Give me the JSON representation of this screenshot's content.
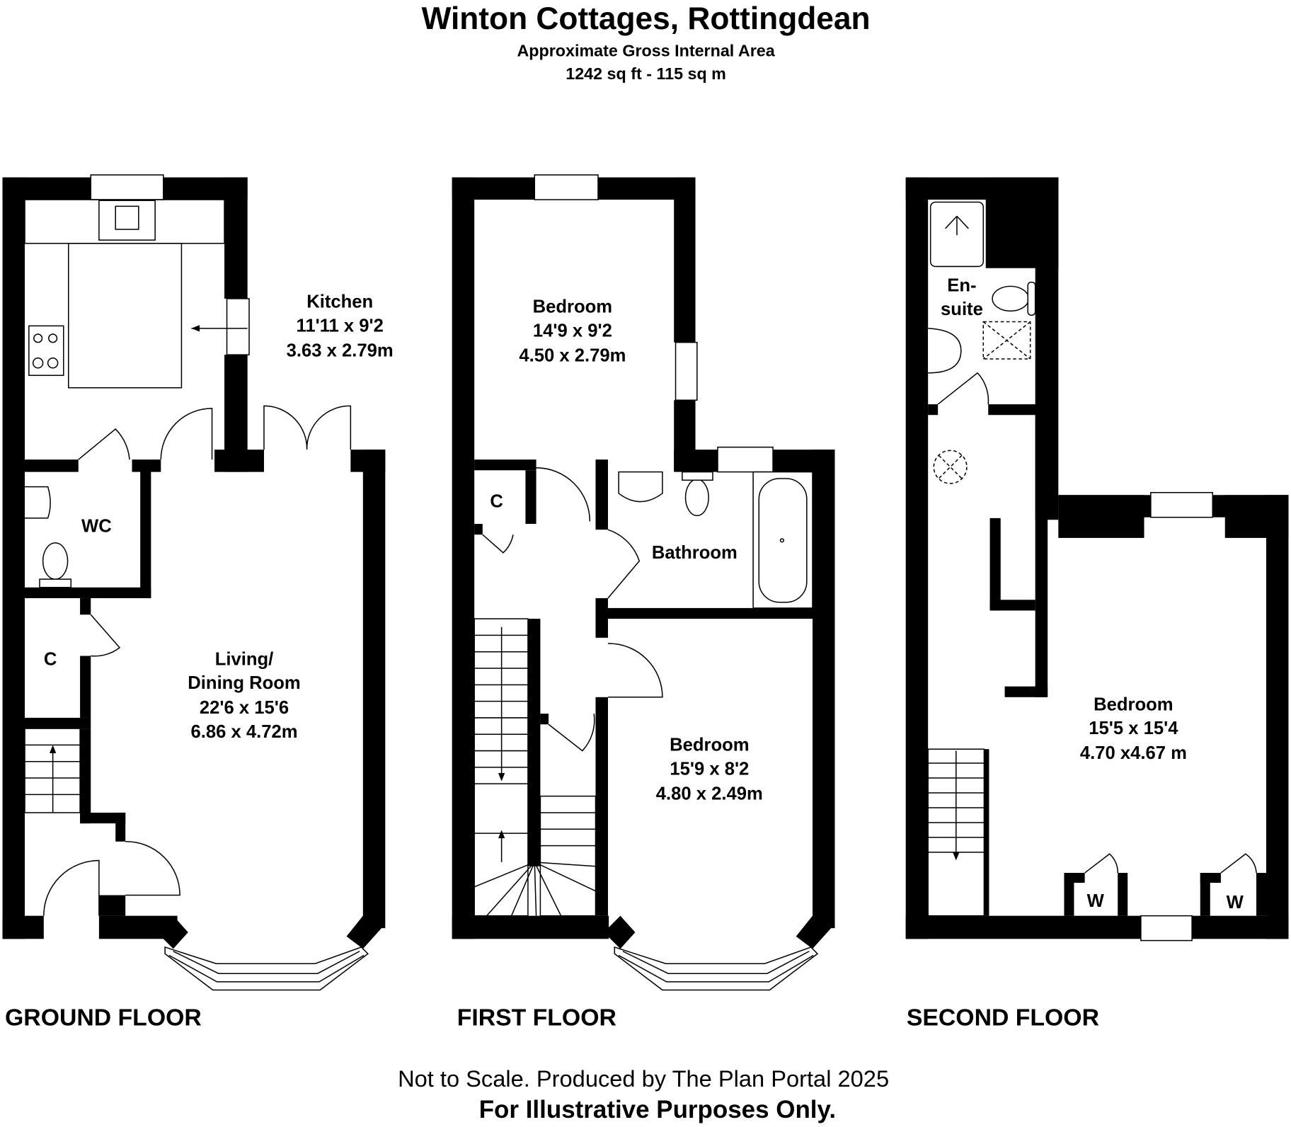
{
  "header": {
    "title": "Winton Cottages, Rottingdean",
    "subtitle": "Approximate Gross Internal Area",
    "area": "1242 sq ft - 115 sq m"
  },
  "floors": [
    {
      "label": "GROUND FLOOR",
      "rooms": [
        {
          "name": "Kitchen",
          "imperial": "11'11 x 9'2",
          "metric": "3.63 x 2.79m"
        },
        {
          "name": "WC"
        },
        {
          "name": "C"
        },
        {
          "name": "Living/",
          "name2": "Dining Room",
          "imperial": "22'6 x 15'6",
          "metric": "6.86 x 4.72m"
        }
      ]
    },
    {
      "label": "FIRST FLOOR",
      "rooms": [
        {
          "name": "Bedroom",
          "imperial": "14'9 x 9'2",
          "metric": "4.50 x 2.79m"
        },
        {
          "name": "C"
        },
        {
          "name": "Bathroom"
        },
        {
          "name": "Bedroom",
          "imperial": "15'9 x 8'2",
          "metric": "4.80 x 2.49m"
        }
      ]
    },
    {
      "label": "SECOND FLOOR",
      "rooms": [
        {
          "name": "En-",
          "name2": "suite"
        },
        {
          "name": "Bedroom",
          "imperial": "15'5 x 15'4",
          "metric": "4.70 x4.67 m"
        },
        {
          "name": "W"
        },
        {
          "name": "W"
        }
      ]
    }
  ],
  "footer": {
    "line1": "Not to Scale. Produced by The Plan Portal 2025",
    "line2": "For Illustrative Purposes Only."
  }
}
